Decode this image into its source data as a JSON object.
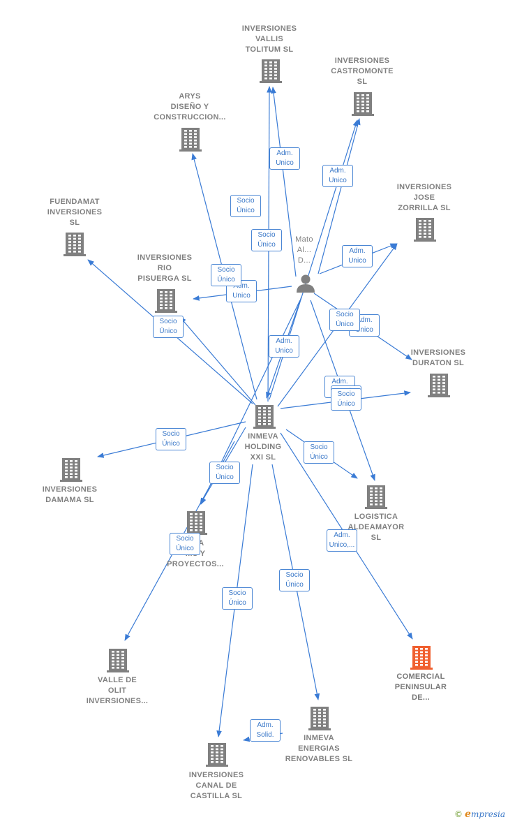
{
  "colors": {
    "edge": "#3a7bd5",
    "building": "#808080",
    "highlight_building": "#f06030",
    "person": "#808080",
    "tag_border": "#4a86d4",
    "tag_text": "#3a78c8"
  },
  "nodes": [
    {
      "id": "vallis",
      "type": "company",
      "label": "INVERSIONES\nVALLIS\nTOLITUM  SL"
    },
    {
      "id": "castromonte",
      "type": "company",
      "label": "INVERSIONES\nCASTROMONTE\nSL"
    },
    {
      "id": "arys",
      "type": "company",
      "label": "ARYS\nDISEÑO Y\nCONSTRUCCION..."
    },
    {
      "id": "fuendamat",
      "type": "company",
      "label": "FUENDAMAT\nINVERSIONES\nSL"
    },
    {
      "id": "zorrilla",
      "type": "company",
      "label": "INVERSIONES\nJOSE\nZORRILLA  SL"
    },
    {
      "id": "pisuerga",
      "type": "company",
      "label": "INVERSIONES\nRIO\nPISUERGA  SL"
    },
    {
      "id": "person",
      "type": "person",
      "label": "Mato\nAl...\nD..."
    },
    {
      "id": "duraton",
      "type": "company",
      "label": "INVERSIONES\nDURATON  SL"
    },
    {
      "id": "holding",
      "type": "company",
      "label": "INMEVA\nHOLDING\nXXI SL"
    },
    {
      "id": "damama",
      "type": "company",
      "label": "INVERSIONES\nDAMAMA  SL"
    },
    {
      "id": "logistica",
      "type": "company",
      "label": "LOGISTICA\nALDEAMAYOR\nSL"
    },
    {
      "id": "proyectos",
      "type": "company",
      "label": "...VA\n...S Y\nPROYECTOS..."
    },
    {
      "id": "comercial",
      "type": "company",
      "highlight": true,
      "label": "COMERCIAL\nPENINSULAR\nDE..."
    },
    {
      "id": "valle",
      "type": "company",
      "label": "VALLE DE\nOLIT\nINVERSIONES..."
    },
    {
      "id": "energias",
      "type": "company",
      "label": "INMEVA\nENERGIAS\nRENOVABLES SL"
    },
    {
      "id": "canal",
      "type": "company",
      "label": "INVERSIONES\nCANAL DE\nCASTILLA  SL"
    }
  ],
  "edges": [
    {
      "from": "person",
      "to": "vallis",
      "label": "Adm.\nUnico"
    },
    {
      "from": "person",
      "to": "castromonte",
      "label": "Adm.\nUnico"
    },
    {
      "from": "person",
      "to": "zorrilla",
      "label": "Adm.\nUnico"
    },
    {
      "from": "person",
      "to": "pisuerga",
      "label": "Adm.\nUnico"
    },
    {
      "from": "person",
      "to": "duraton",
      "label": "Adm.\nUnico"
    },
    {
      "from": "person",
      "to": "holding",
      "label": "Adm.\nUnico"
    },
    {
      "from": "person",
      "to": "logistica",
      "label": "Adm.\nUnico"
    },
    {
      "from": "person",
      "to": "proyectos",
      "label": "Socio\nÚnico"
    },
    {
      "from": "holding",
      "to": "vallis",
      "label": "Socio\nÚnico"
    },
    {
      "from": "holding",
      "to": "arys",
      "label": "Socio\nÚnico"
    },
    {
      "from": "holding",
      "to": "castromonte",
      "label": "Socio\nÚnico"
    },
    {
      "from": "holding",
      "to": "fuendamat",
      "label": "Socio\nÚnico"
    },
    {
      "from": "holding",
      "to": "pisuerga",
      "label": "Socio\nÚnico"
    },
    {
      "from": "holding",
      "to": "zorrilla",
      "label": "Socio\nÚnico"
    },
    {
      "from": "holding",
      "to": "duraton",
      "label": "Socio\nÚnico"
    },
    {
      "from": "holding",
      "to": "damama",
      "label": "Socio\nÚnico"
    },
    {
      "from": "holding",
      "to": "logistica",
      "label": "Socio\nÚnico"
    },
    {
      "from": "holding",
      "to": "proyectos",
      "label": "Socio\nÚnico"
    },
    {
      "from": "holding",
      "to": "comercial",
      "label": "Adm.\nUnico,..."
    },
    {
      "from": "holding",
      "to": "energias",
      "label": "Socio\nÚnico"
    },
    {
      "from": "holding",
      "to": "canal",
      "label": "Socio\nÚnico"
    },
    {
      "from": "holding",
      "to": "valle",
      "label": "Socio\nÚnico"
    },
    {
      "from": "energias",
      "to": "canal",
      "label": "Adm.\nSolid."
    }
  ],
  "brand": {
    "copyright": "©",
    "name_initial": "e",
    "name_rest": "mpresia"
  }
}
